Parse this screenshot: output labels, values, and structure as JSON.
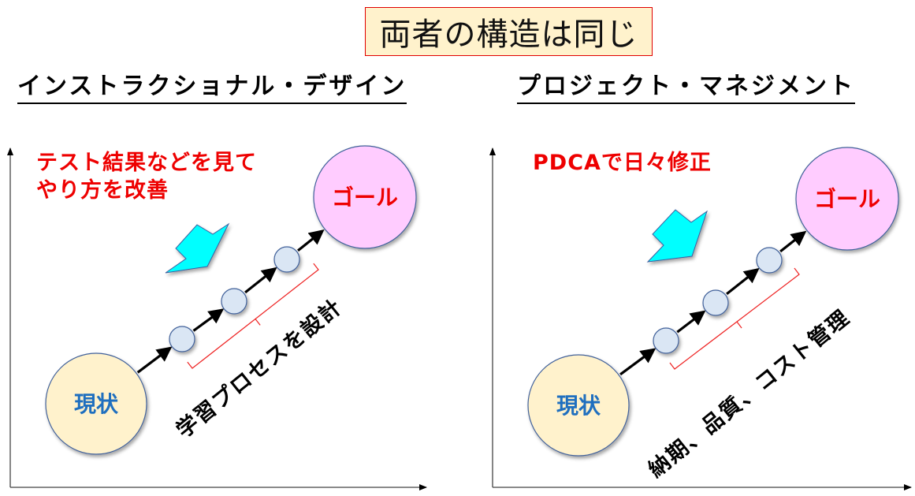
{
  "title": "両者の構造は同じ",
  "colors": {
    "title_bg": "#fff2cc",
    "title_border": "#e00000",
    "note_text": "#ee0000",
    "start_fill": "#fff2cc",
    "start_text": "#1f6fbf",
    "goal_fill": "#ffccff",
    "goal_text": "#ee0000",
    "step_fill": "#dae6f4",
    "circle_stroke": "#41619a",
    "chevron_fill": "#00ffff",
    "bracket": "#ee2222"
  },
  "panels": [
    {
      "heading": "インストラクショナル・デザイン",
      "note_lines": [
        "テスト結果などを見て",
        "やり方を改善"
      ],
      "start_label": "現状",
      "goal_label": "ゴール",
      "step_count": 3,
      "bracket_caption": "学習プロセスを設計"
    },
    {
      "heading": "プロジェクト・マネジメント",
      "note_lines": [
        "PDCAで日々修正"
      ],
      "start_label": "現状",
      "goal_label": "ゴール",
      "step_count": 3,
      "bracket_caption": "納期、品質、コスト管理"
    }
  ]
}
